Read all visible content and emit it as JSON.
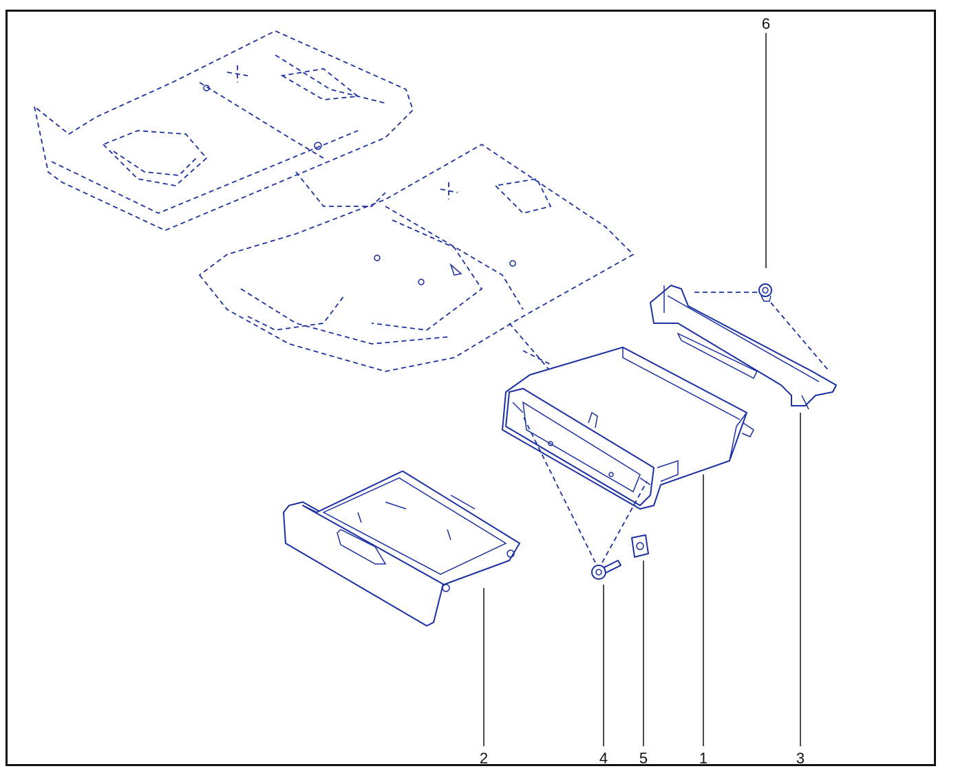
{
  "callouts": [
    {
      "id": "1",
      "label": "1"
    },
    {
      "id": "2",
      "label": "2"
    },
    {
      "id": "3",
      "label": "3"
    },
    {
      "id": "4",
      "label": "4"
    },
    {
      "id": "5",
      "label": "5"
    },
    {
      "id": "6",
      "label": "6"
    }
  ],
  "colors": {
    "line": "#1a2fa3",
    "frame": "#111111",
    "background": "#ffffff"
  }
}
